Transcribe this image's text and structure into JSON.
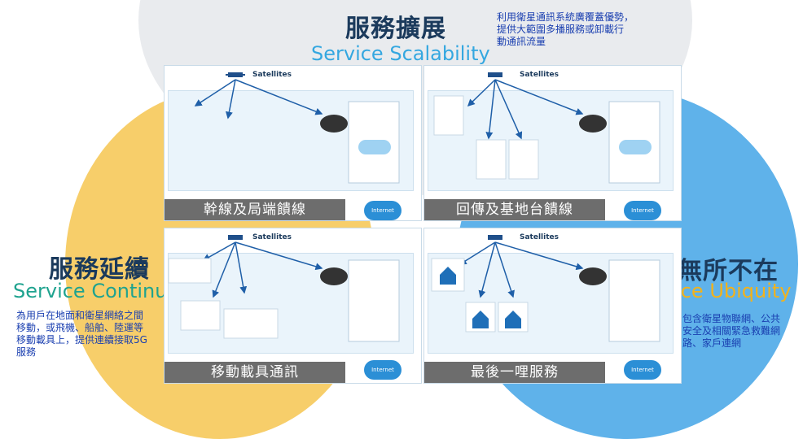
{
  "sections": {
    "top": {
      "title_zh": "服務擴展",
      "title_en": "Service Scalability",
      "note": [
        "利用衛星通訊系統廣覆蓋優勢，",
        "提供大範圍多播服務或卸載行",
        "動通訊流量"
      ]
    },
    "left": {
      "title_zh": "服務延續",
      "title_en": "Service Continuity",
      "note": [
        "為用戶在地面和衛星網絡之間",
        "移動，或飛機、船舶、陸運等",
        "移動載具上，提供連續接取5G",
        "服務"
      ]
    },
    "right": {
      "title_zh": "服務無所不在",
      "title_en": "Service Ubiquity",
      "note": [
        "包含衛星物聯網、公共",
        "安全及相關緊急救難網",
        "路、家戶連網"
      ]
    }
  },
  "panels": [
    {
      "caption": "幹線及局端饋線",
      "satellite_label": "Satellites",
      "cloud_label": "Internet"
    },
    {
      "caption": "回傳及基地台饋線",
      "satellite_label": "Satellites",
      "cloud_label": "Internet"
    },
    {
      "caption": "移動載具通訊",
      "satellite_label": "Satellites",
      "cloud_label": "Internet"
    },
    {
      "caption": "最後一哩服務",
      "satellite_label": "Satellites",
      "cloud_label": "Internet"
    }
  ],
  "colors": {
    "title": "#1b3a5c",
    "scalability": "#34a7e0",
    "continuity": "#1fa38f",
    "ubiquity": "#f2b21c",
    "note": "#1a3fb0"
  }
}
